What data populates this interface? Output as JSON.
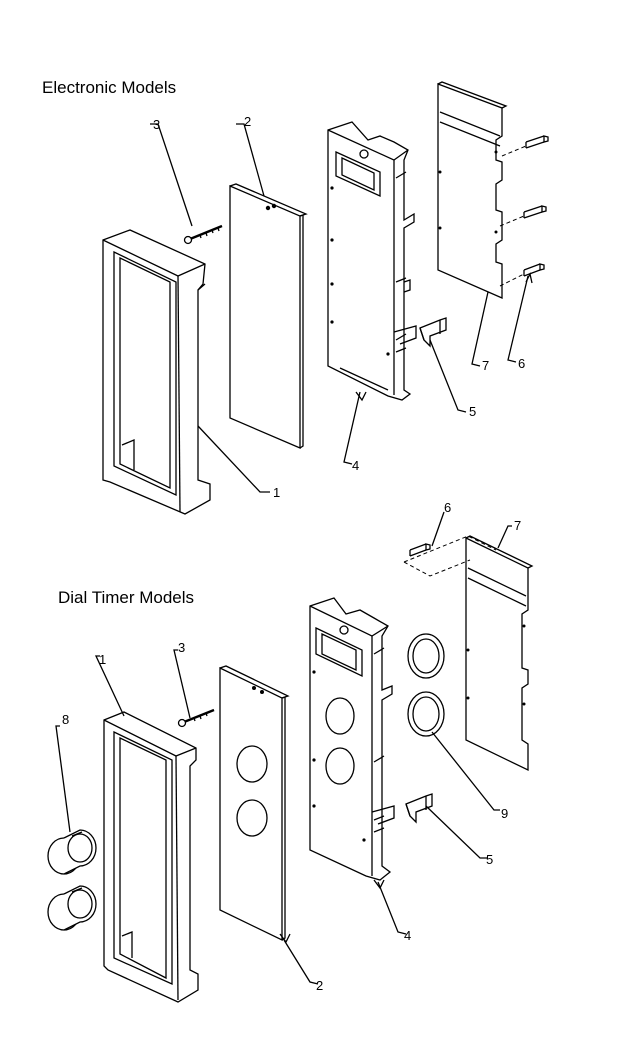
{
  "sections": {
    "electronic": {
      "title": "Electronic Models"
    },
    "dial": {
      "title": "Dial Timer Models"
    }
  },
  "callouts": {
    "electronic": [
      "1",
      "2",
      "3",
      "4",
      "5",
      "6",
      "7"
    ],
    "dial": [
      "1",
      "2",
      "3",
      "4",
      "5",
      "6",
      "7",
      "8",
      "9"
    ]
  }
}
